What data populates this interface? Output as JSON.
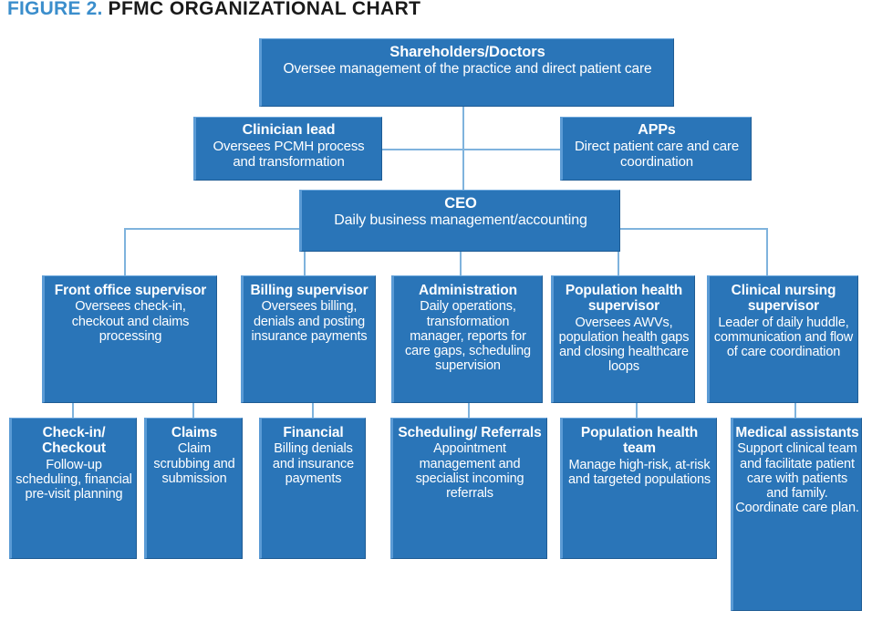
{
  "figure": {
    "label": "FIGURE 2.",
    "title": "PFMC ORGANIZATIONAL CHART"
  },
  "theme": {
    "box_fill": "#2a75b8",
    "box_edge_light": "#5b9bd5",
    "connector": "#7fb3dd",
    "title_accent": "#3b8ecc",
    "title_text": "#1a1a1a",
    "box_text": "#ffffff",
    "page_background": "#ffffff"
  },
  "chart_data": {
    "type": "diagram",
    "diagram_kind": "organizational-chart",
    "title": "PFMC ORGANIZATIONAL CHART",
    "levels": 4,
    "nodes": [
      {
        "id": "shareholders",
        "tier": 1,
        "title": "Shareholders/Doctors",
        "desc": "Oversee management of the practice and direct patient care"
      },
      {
        "id": "clinician-lead",
        "tier": 2,
        "title": "Clinician lead",
        "desc": "Oversees PCMH process and transformation"
      },
      {
        "id": "apps",
        "tier": 2,
        "title": "APPs",
        "desc": "Direct patient care and care coordination"
      },
      {
        "id": "ceo",
        "tier": 2,
        "title": "CEO",
        "desc": "Daily business management/accounting"
      },
      {
        "id": "front-office-supervisor",
        "tier": 3,
        "title": "Front office supervisor",
        "desc": "Oversees check-in, checkout and claims processing"
      },
      {
        "id": "billing-supervisor",
        "tier": 3,
        "title": "Billing supervisor",
        "desc": "Oversees billing, denials and posting insurance payments"
      },
      {
        "id": "administration",
        "tier": 3,
        "title": "Administration",
        "desc": "Daily operations, transformation manager, reports for care gaps, scheduling supervision"
      },
      {
        "id": "population-health-supervisor",
        "tier": 3,
        "title": "Population health supervisor",
        "desc": "Oversees AWVs, population health gaps and closing healthcare loops"
      },
      {
        "id": "clinical-nursing-supervisor",
        "tier": 3,
        "title": "Clinical nursing supervisor",
        "desc": "Leader of daily huddle, communication and flow of care coordination"
      },
      {
        "id": "check-in-checkout",
        "tier": 4,
        "title": "Check-in/ Checkout",
        "desc": "Follow-up scheduling, financial pre-visit planning"
      },
      {
        "id": "claims",
        "tier": 4,
        "title": "Claims",
        "desc": "Claim scrubbing and submission"
      },
      {
        "id": "financial",
        "tier": 4,
        "title": "Financial",
        "desc": "Billing denials and insurance payments"
      },
      {
        "id": "scheduling-referrals",
        "tier": 4,
        "title": "Scheduling/ Referrals",
        "desc": "Appointment management and specialist incoming referrals"
      },
      {
        "id": "population-health-team",
        "tier": 4,
        "title": "Population health team",
        "desc": "Manage high-risk, at-risk and targeted populations"
      },
      {
        "id": "medical-assistants",
        "tier": 4,
        "title": "Medical assistants",
        "desc": "Support clinical team and facilitate patient care with patients and family. Coordinate care plan."
      }
    ],
    "edges": [
      {
        "from": "shareholders",
        "to": "clinician-lead"
      },
      {
        "from": "shareholders",
        "to": "apps"
      },
      {
        "from": "shareholders",
        "to": "ceo"
      },
      {
        "from": "ceo",
        "to": "front-office-supervisor"
      },
      {
        "from": "ceo",
        "to": "billing-supervisor"
      },
      {
        "from": "ceo",
        "to": "administration"
      },
      {
        "from": "ceo",
        "to": "population-health-supervisor"
      },
      {
        "from": "ceo",
        "to": "clinical-nursing-supervisor"
      },
      {
        "from": "front-office-supervisor",
        "to": "check-in-checkout"
      },
      {
        "from": "front-office-supervisor",
        "to": "claims"
      },
      {
        "from": "billing-supervisor",
        "to": "financial"
      },
      {
        "from": "administration",
        "to": "scheduling-referrals"
      },
      {
        "from": "population-health-supervisor",
        "to": "population-health-team"
      },
      {
        "from": "clinical-nursing-supervisor",
        "to": "medical-assistants"
      }
    ]
  }
}
